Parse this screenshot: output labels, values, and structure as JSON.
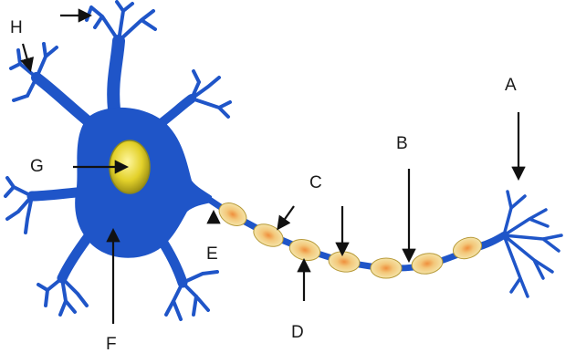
{
  "labels": {
    "a": "A",
    "b": "B",
    "c": "C",
    "d": "D",
    "e": "E",
    "f": "F",
    "g": "G",
    "h": "H"
  },
  "colors": {
    "cell_body": "#1f55c8",
    "nucleus": "#e3d12a",
    "nucleus_ring": "#8f8a1c",
    "myelin": "#f2df9c",
    "myelin_core": "#ef8f3c",
    "arrow": "#111111"
  }
}
